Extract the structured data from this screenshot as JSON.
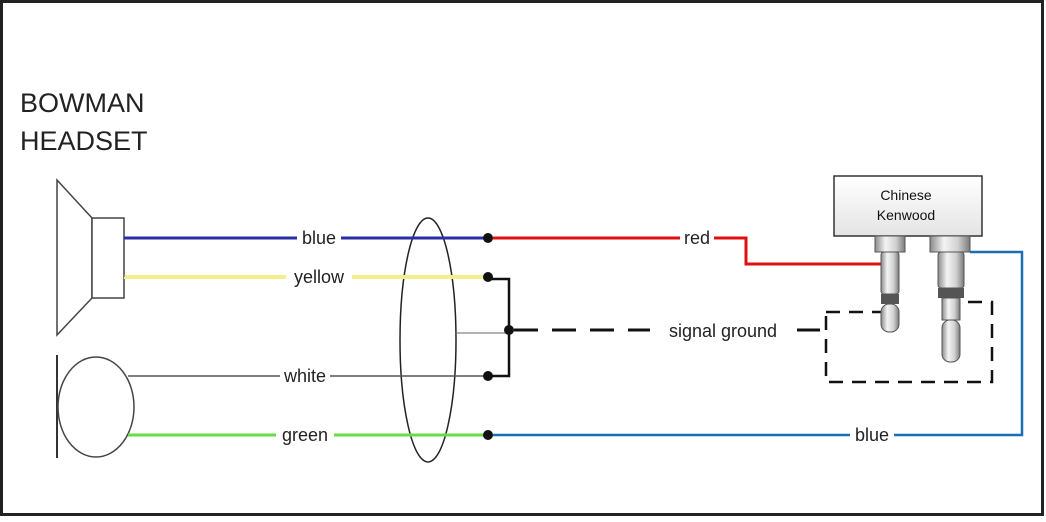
{
  "title": {
    "line1": "BOWMAN",
    "line2": "HEADSET"
  },
  "connector": {
    "line1": "Chinese",
    "line2": "Kenwood"
  },
  "wires": {
    "blue_left": "blue",
    "yellow": "yellow",
    "white": "white",
    "green": "green",
    "red": "red",
    "signal_ground": "signal ground",
    "blue_right": "blue"
  },
  "colors": {
    "blue_wire": "#2a2fa8",
    "yellow_wire": "#f2ef8c",
    "white_wire": "#555555",
    "green_wire": "#66dd44",
    "red_wire": "#e01010",
    "blue_right_wire": "#1a6fb5",
    "ground_wire": "#111111"
  }
}
